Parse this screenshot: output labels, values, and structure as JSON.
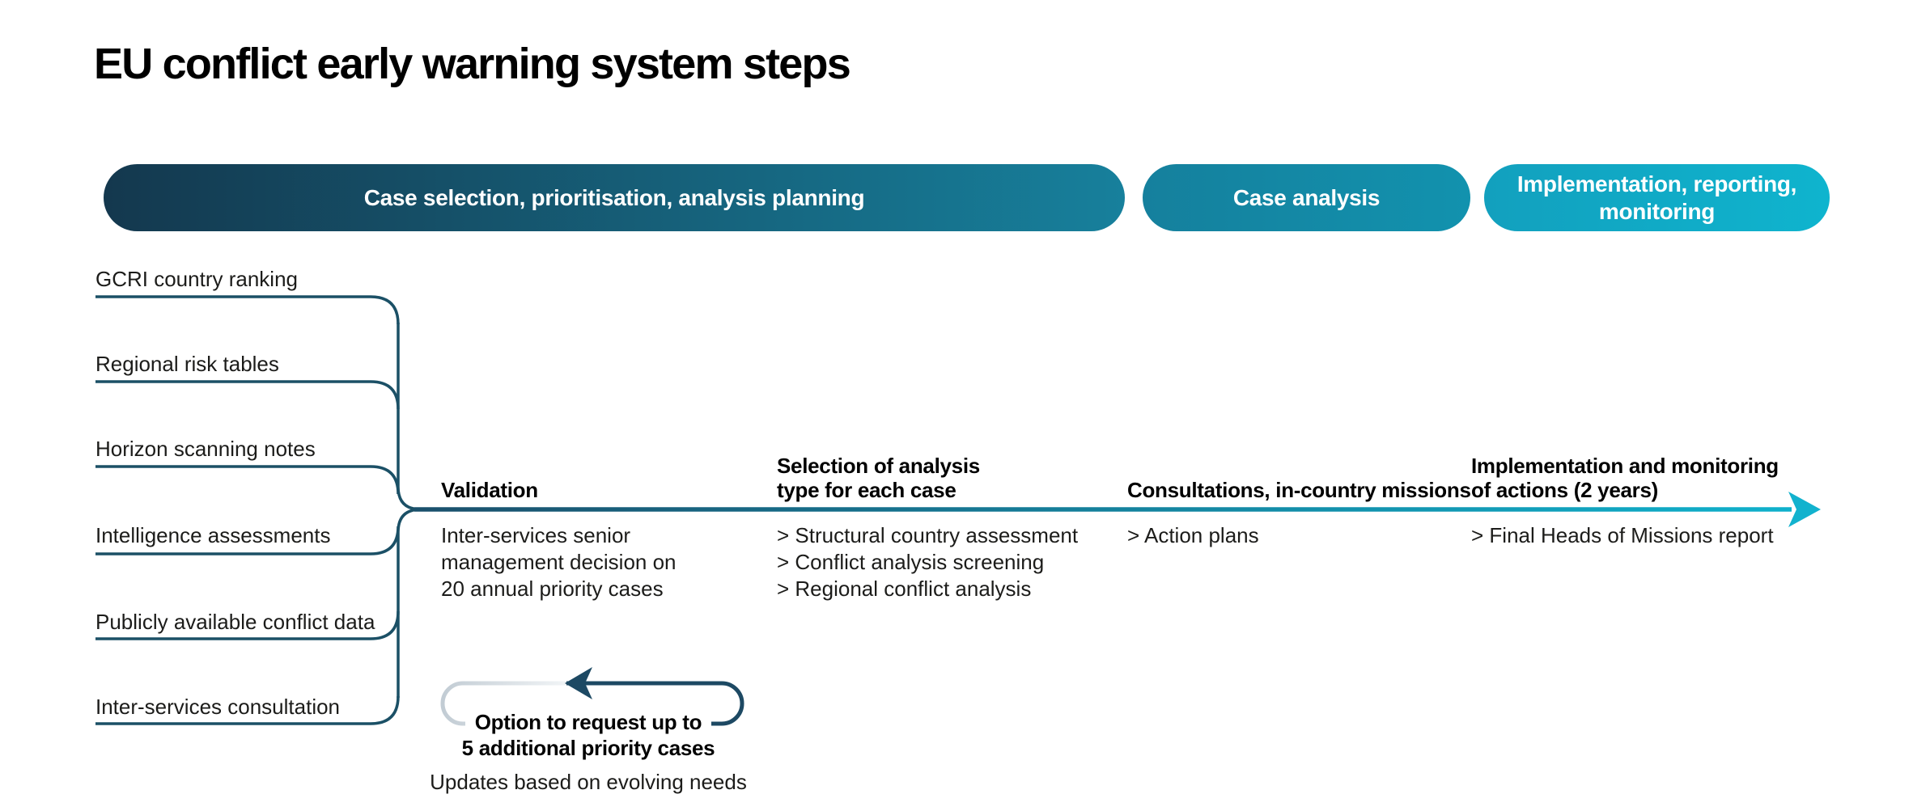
{
  "title": "EU conflict early warning system steps",
  "phases": [
    {
      "label": "Case selection, prioritisation, analysis planning",
      "color_left": "#14384e",
      "color_right": "#17809c"
    },
    {
      "label": "Case analysis",
      "color_left": "#15809d",
      "color_right": "#1292ae"
    },
    {
      "label": "Implementation, reporting, monitoring",
      "color_left": "#12a0be",
      "color_right": "#0fb4ce"
    }
  ],
  "inputs": [
    "GCRI country ranking",
    "Regional risk tables",
    "Horizon scanning notes",
    "Intelligence assessments",
    "Publicly available conflict data",
    "Inter-services consultation"
  ],
  "steps": [
    {
      "header_lines": [
        "Validation"
      ],
      "body_lines": [
        "Inter-services senior",
        "management decision on",
        "20 annual priority cases"
      ]
    },
    {
      "header_lines": [
        "Selection of analysis",
        "type for each case"
      ],
      "items": [
        "> Structural country assessment",
        "> Conflict analysis screening",
        "> Regional conflict analysis"
      ]
    },
    {
      "header_lines": [
        "Consultations, in-country missions"
      ],
      "items": [
        "> Action plans"
      ]
    },
    {
      "header_lines": [
        "Implementation and monitoring",
        "of actions (2 years)"
      ],
      "items": [
        "> Final Heads of Missions report"
      ]
    }
  ],
  "feedback_loop": {
    "label_line1": "Option to request up to",
    "label_line2": "5 additional priority cases",
    "note": "Updates based on evolving needs"
  },
  "colors": {
    "bracket": "#1b5066",
    "arrow_start": "#1a4f6b",
    "arrow_end": "#0fb3ce",
    "arrowhead": "#12b2ce",
    "loop_dark": "#1d4963",
    "loop_light": "#c2ccd4",
    "text": "#1c1c1a"
  }
}
